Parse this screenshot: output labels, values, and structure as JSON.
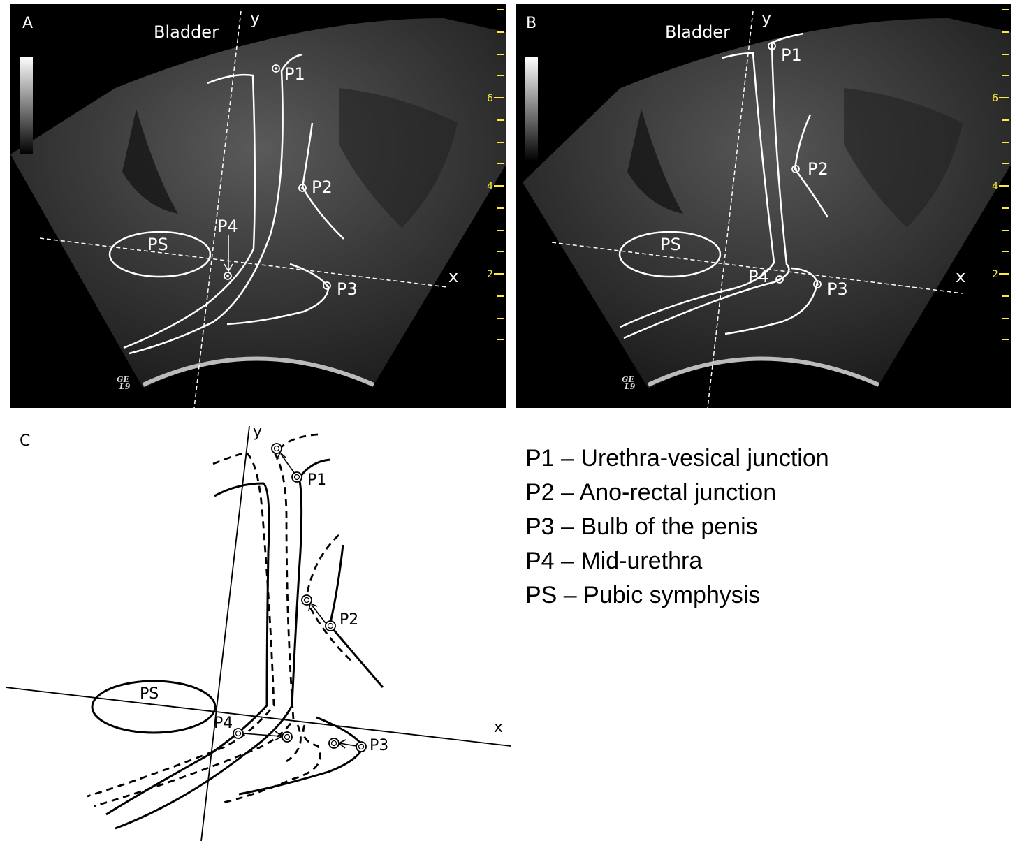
{
  "panels": [
    {
      "letter": "A",
      "bladder": "Bladder",
      "axis_y": "y",
      "axis_x": "x",
      "logo_top": "GE",
      "logo_bottom": "L9"
    },
    {
      "letter": "B",
      "bladder": "Bladder",
      "axis_y": "y",
      "axis_x": "x",
      "logo_top": "GE",
      "logo_bottom": "L9"
    }
  ],
  "points": {
    "p1": "P1",
    "p2": "P2",
    "p3": "P3",
    "p4": "P4",
    "ps": "PS"
  },
  "scale_labels": [
    "6",
    "4",
    "2"
  ],
  "diagram": {
    "letter": "C",
    "axis_y": "y",
    "axis_x": "x"
  },
  "legend": [
    "P1 – Urethra-vesical junction",
    "P2 – Ano-rectal junction",
    "P3 – Bulb of the penis",
    "P4 – Mid-urethra",
    "PS – Pubic symphysis"
  ],
  "colors": {
    "scale_marker": "#ffeb3b",
    "overlay": "#ffffff",
    "background": "#000000"
  }
}
